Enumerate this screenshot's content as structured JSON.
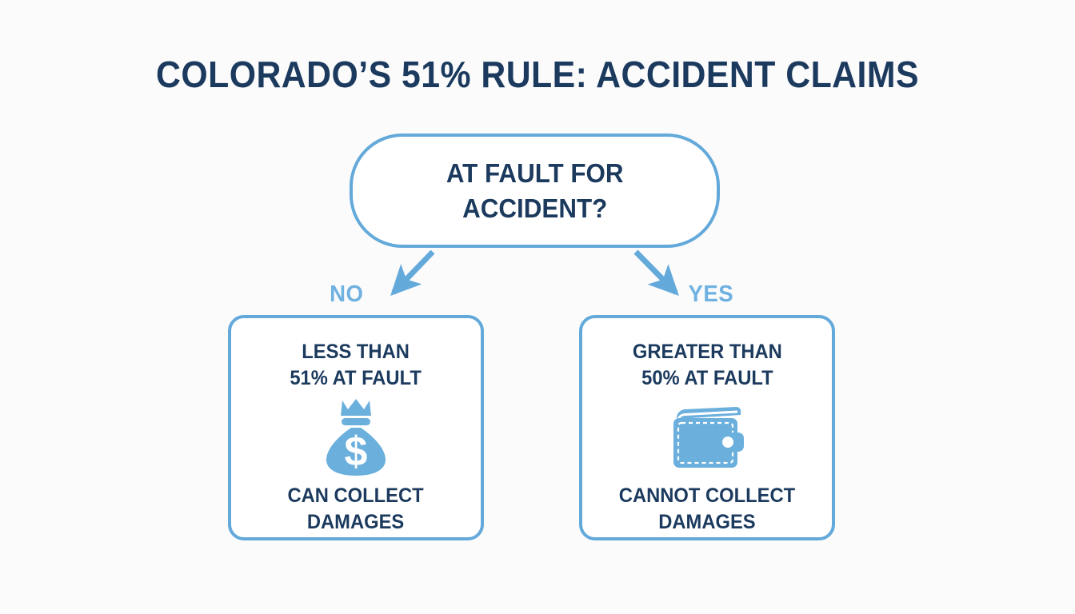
{
  "title": "COLORADO’S 51% RULE: ACCIDENT CLAIMS",
  "colors": {
    "background": "#fbfbfc",
    "navy": "#1b3a5e",
    "blue_border": "#63a9da",
    "blue_icon": "#6bafdd",
    "blue_label": "#6fb1e0"
  },
  "decision": {
    "text": "AT FAULT FOR\nACCIDENT?"
  },
  "branches": [
    {
      "id": "no",
      "label": "NO"
    },
    {
      "id": "yes",
      "label": "YES"
    }
  ],
  "cards": [
    {
      "id": "can-collect",
      "heading": "LESS THAN\n51% AT FAULT",
      "icon": "money-bag-icon",
      "footer": "CAN COLLECT\nDAMAGES"
    },
    {
      "id": "cannot-collect",
      "heading": "GREATER THAN\n50% AT FAULT",
      "icon": "wallet-icon",
      "footer": "CANNOT COLLECT\nDAMAGES"
    }
  ],
  "chart_data": {
    "type": "diagram",
    "diagram_kind": "decision-flowchart",
    "title": "COLORADO’S 51% RULE: ACCIDENT CLAIMS",
    "nodes": [
      {
        "id": "decision",
        "shape": "pill",
        "text": "AT FAULT FOR ACCIDENT?"
      },
      {
        "id": "can-collect",
        "shape": "rounded-rect",
        "text": "LESS THAN 51% AT FAULT / CAN COLLECT DAMAGES",
        "icon": "money-bag-icon"
      },
      {
        "id": "cannot-collect",
        "shape": "rounded-rect",
        "text": "GREATER THAN 50% AT FAULT / CANNOT COLLECT DAMAGES",
        "icon": "wallet-icon"
      }
    ],
    "edges": [
      {
        "from": "decision",
        "to": "can-collect",
        "label": "NO"
      },
      {
        "from": "decision",
        "to": "cannot-collect",
        "label": "YES"
      }
    ]
  }
}
